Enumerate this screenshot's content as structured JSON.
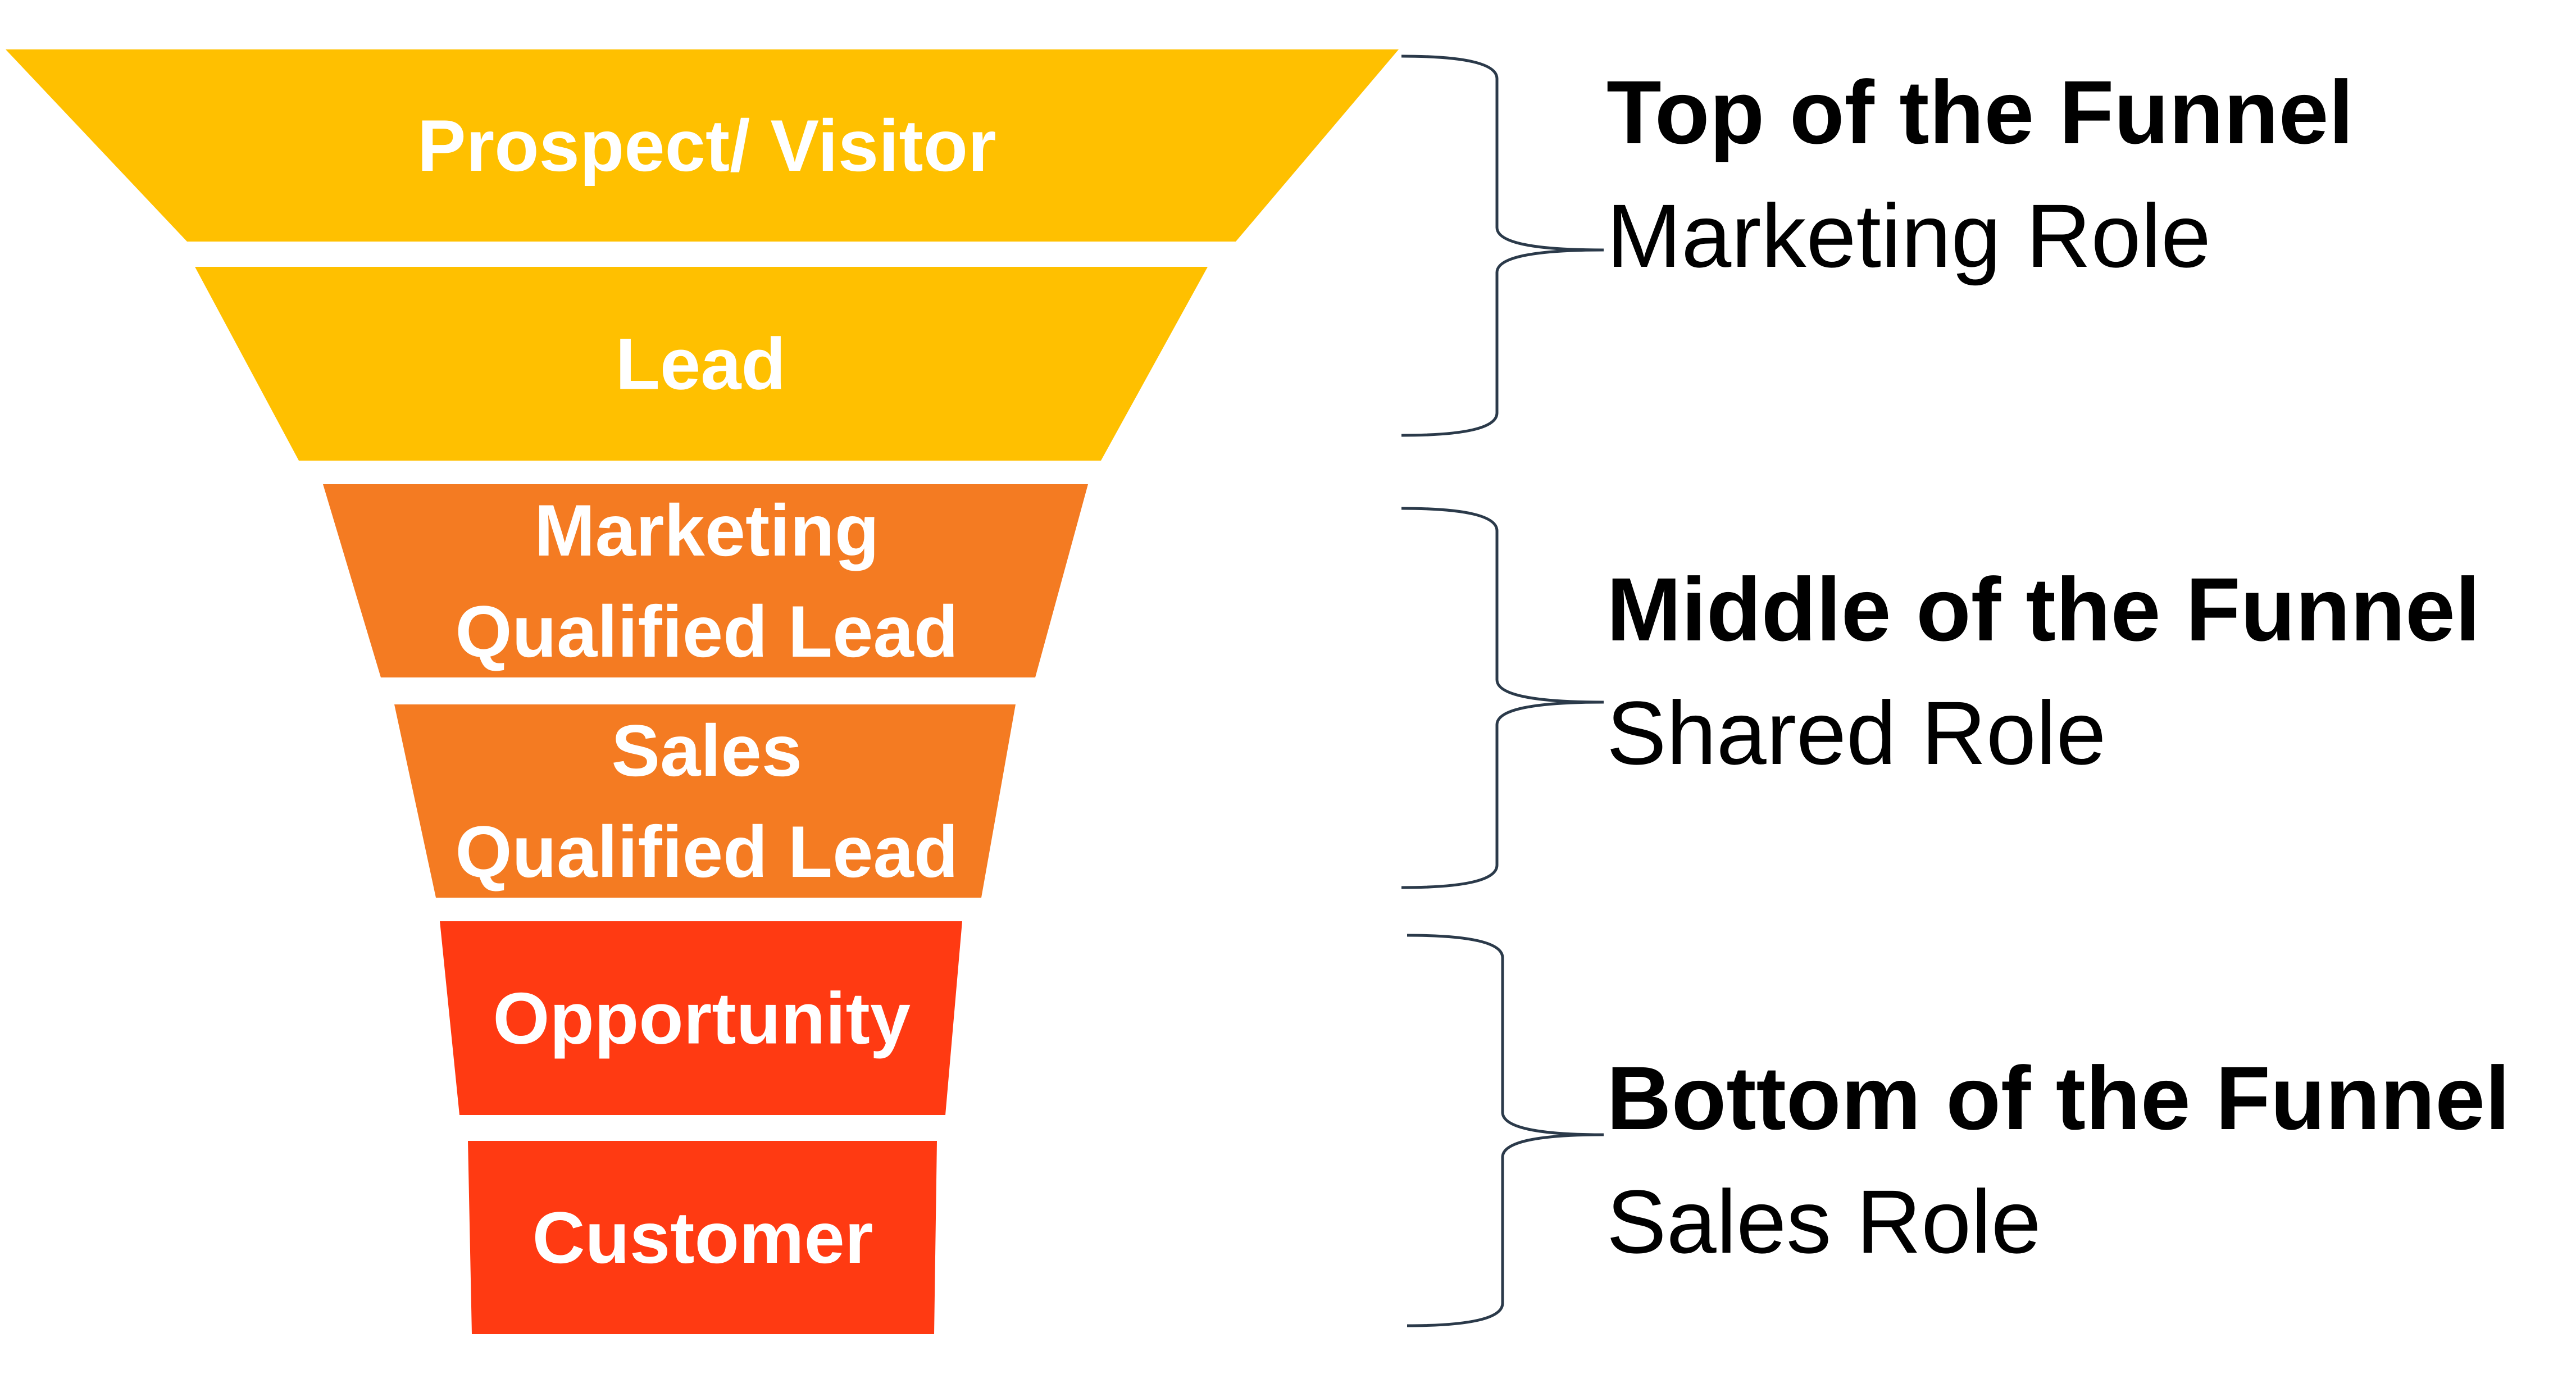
{
  "colors": {
    "top": "#FFC000",
    "middle": "#F47B22",
    "bottom": "#FF3A12",
    "text_on_stage": "#FFFFFF",
    "brace": "#2B3A4A"
  },
  "stages": [
    {
      "lines": [
        "Prospect/ Visitor"
      ],
      "group": "top"
    },
    {
      "lines": [
        "Lead"
      ],
      "group": "top"
    },
    {
      "lines": [
        "Marketing",
        "Qualified Lead"
      ],
      "group": "middle"
    },
    {
      "lines": [
        "Sales",
        "Qualified Lead"
      ],
      "group": "middle"
    },
    {
      "lines": [
        "Opportunity"
      ],
      "group": "bottom"
    },
    {
      "lines": [
        "Customer"
      ],
      "group": "bottom"
    }
  ],
  "groups": [
    {
      "id": "top",
      "title": "Top of the Funnel",
      "role": "Marketing Role"
    },
    {
      "id": "middle",
      "title": "Middle of the Funnel",
      "role": "Shared Role"
    },
    {
      "id": "bottom",
      "title": "Bottom of the Funnel",
      "role": "Sales Role"
    }
  ]
}
